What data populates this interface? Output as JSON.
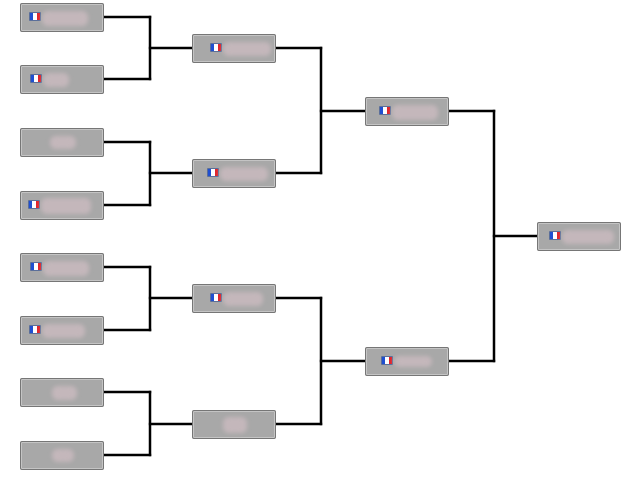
{
  "bracket": {
    "line_color": "#000000",
    "slot_color": "#a8a8a8",
    "flag_icon": "france-flag-icon",
    "rounds": [
      {
        "round": 1,
        "slots": [
          {
            "flag": true,
            "name": ""
          },
          {
            "flag": true,
            "name": ""
          },
          {
            "flag": false,
            "name": ""
          },
          {
            "flag": true,
            "name": ""
          },
          {
            "flag": true,
            "name": ""
          },
          {
            "flag": true,
            "name": ""
          },
          {
            "flag": false,
            "name": ""
          },
          {
            "flag": false,
            "name": ""
          }
        ]
      },
      {
        "round": 2,
        "slots": [
          {
            "flag": true,
            "name": ""
          },
          {
            "flag": true,
            "name": ""
          },
          {
            "flag": true,
            "name": ""
          },
          {
            "flag": false,
            "name": ""
          }
        ]
      },
      {
        "round": 3,
        "slots": [
          {
            "flag": true,
            "name": ""
          },
          {
            "flag": true,
            "name": ""
          }
        ]
      },
      {
        "round": 4,
        "slots": [
          {
            "flag": true,
            "name": ""
          }
        ]
      }
    ]
  }
}
